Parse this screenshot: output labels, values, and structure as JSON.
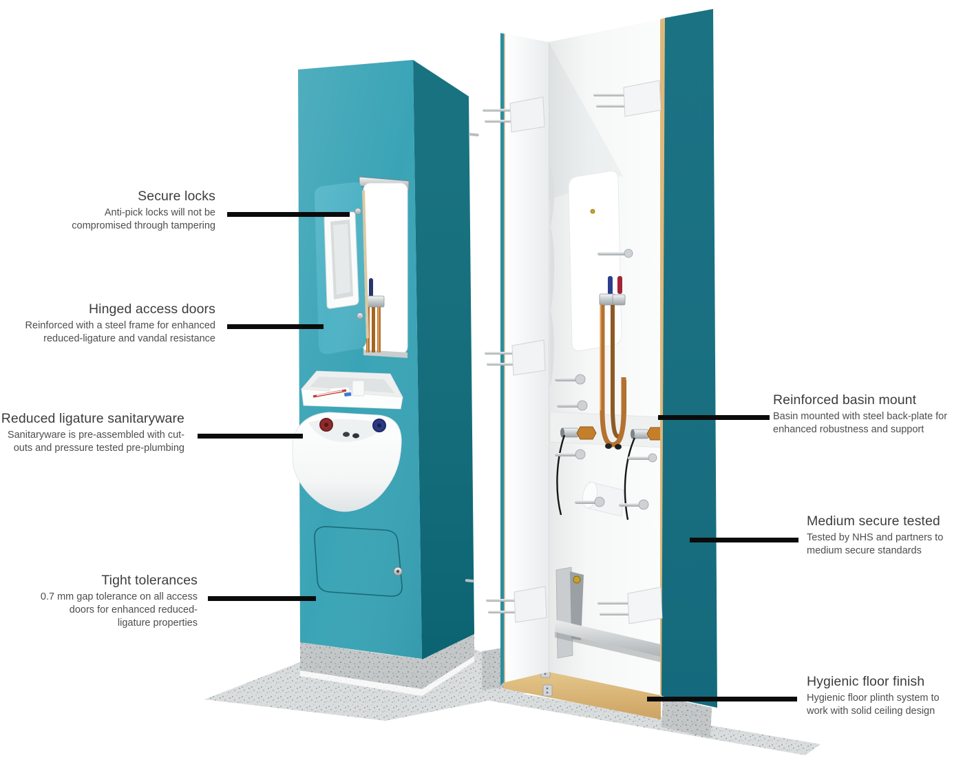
{
  "annotations": {
    "secure_locks": {
      "title": "Secure locks",
      "body": "Anti-pick locks will not be\ncompromised through tampering"
    },
    "hinged_access_doors": {
      "title": "Hinged access doors",
      "body": "Reinforced with a steel frame for enhanced\nreduced-ligature and vandal resistance"
    },
    "reduced_ligature_sanitaryware": {
      "title": "Reduced ligature sanitaryware",
      "body": "Sanitaryware is pre-assembled with cut-\nouts and pressure tested pre-plumbing"
    },
    "tight_tolerances": {
      "title": "Tight tolerances",
      "body": "0.7 mm gap tolerance on all access\ndoors for enhanced reduced-\nligature properties"
    },
    "reinforced_basin_mount": {
      "title": "Reinforced basin mount",
      "body": "Basin mounted with steel back-plate for\nenhanced robustness and support"
    },
    "medium_secure_tested": {
      "title": "Medium secure tested",
      "body": "Tested by NHS and partners to\nmedium secure standards"
    },
    "hygienic_floor_finish": {
      "title": "Hygienic floor finish",
      "body": "Hygienic floor plinth system to\nwork with solid ceiling design"
    }
  },
  "colors": {
    "teal_front": "#3AA4B6",
    "teal_door": "#4FB3C5",
    "teal_side": "#0D6B7A",
    "teal_panel": "#156E80",
    "leader_line": "#0B0B0B",
    "title_text": "#3C3C3C",
    "body_text": "#4D4D4D",
    "copper": "#B5722F",
    "plywood": "#DDB87B",
    "valve_red": "#A22535",
    "valve_blue": "#2B3F8E"
  }
}
